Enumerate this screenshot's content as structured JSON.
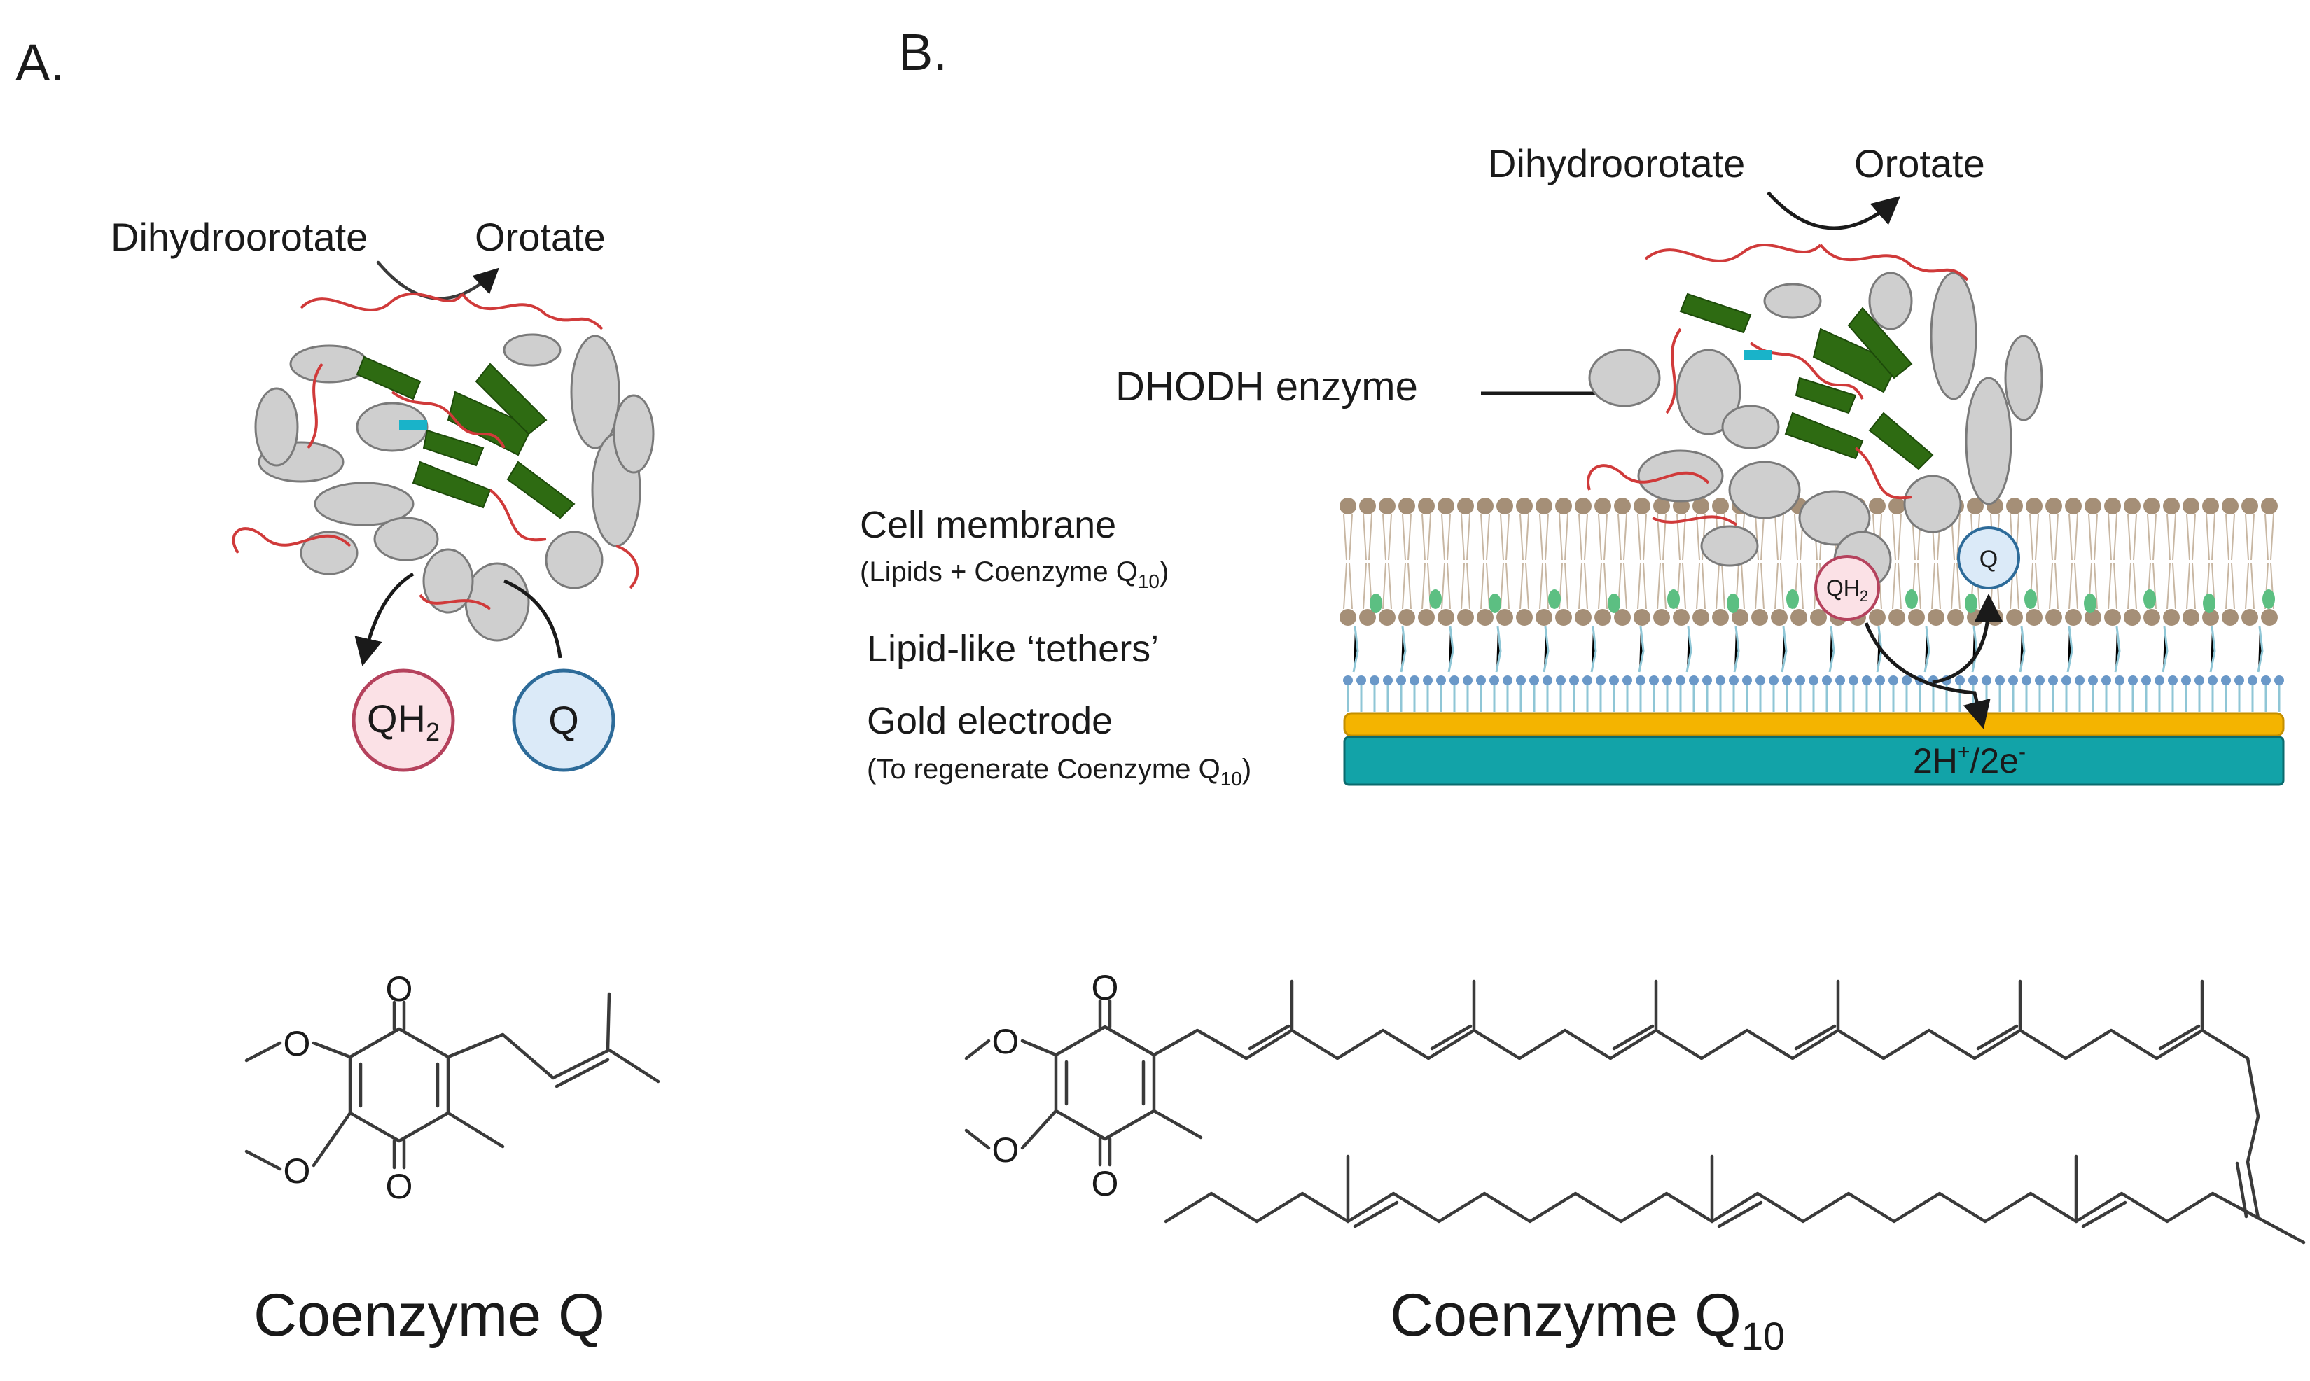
{
  "panels": {
    "a": {
      "label": "A."
    },
    "b": {
      "label": "B."
    }
  },
  "panel_a": {
    "substrate": "Dihydroorotate",
    "product": "Orotate",
    "reduced_quinone": "QH",
    "reduced_quinone_sub": "2",
    "oxidized_quinone": "Q"
  },
  "panel_b": {
    "substrate": "Dihydroorotate",
    "product": "Orotate",
    "enzyme_label": "DHODH enzyme",
    "membrane_label": "Cell membrane",
    "membrane_sublabel_prefix": "(Lipids + Coenzyme Q",
    "membrane_sublabel_sub": "10",
    "membrane_sublabel_suffix": ")",
    "tether_label": "Lipid-like ‘tethers’",
    "electrode_label": "Gold electrode",
    "electrode_sublabel_prefix": "(To regenerate Coenzyme Q",
    "electrode_sublabel_sub": "10",
    "electrode_sublabel_suffix": ")",
    "reduced_quinone": "QH",
    "reduced_quinone_sub": "2",
    "oxidized_quinone": "Q",
    "electrode_reaction_a": "2H",
    "electrode_reaction_sup_a": "+",
    "electrode_reaction_b": "/2e",
    "electrode_reaction_sup_b": "-"
  },
  "structures": {
    "coq_label": "Coenzyme Q",
    "coq_oxygen": "O",
    "coq10_label": "Coenzyme Q",
    "coq10_label_sub": "10",
    "coq10_oxygen": "O"
  },
  "colors": {
    "helix": "#9a9a9a",
    "sheet": "#2e6b12",
    "loop": "#d03a3a",
    "qh2_fill": "#fbe1e6",
    "qh2_stroke": "#b5425d",
    "q_fill": "#dbeaf8",
    "q_stroke": "#2d6b99",
    "lipid_head": "#a58f77",
    "tether_head": "#6a98c8",
    "gold": "#f4b400",
    "electrode": "#12a3a8"
  }
}
